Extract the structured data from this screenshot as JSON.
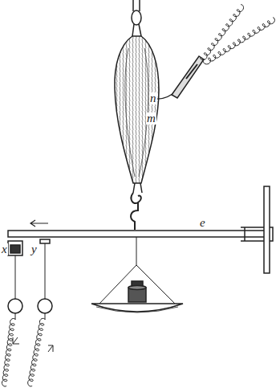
{
  "diagram": {
    "labels": [
      "n",
      "m",
      "e",
      "x",
      "y"
    ]
  }
}
